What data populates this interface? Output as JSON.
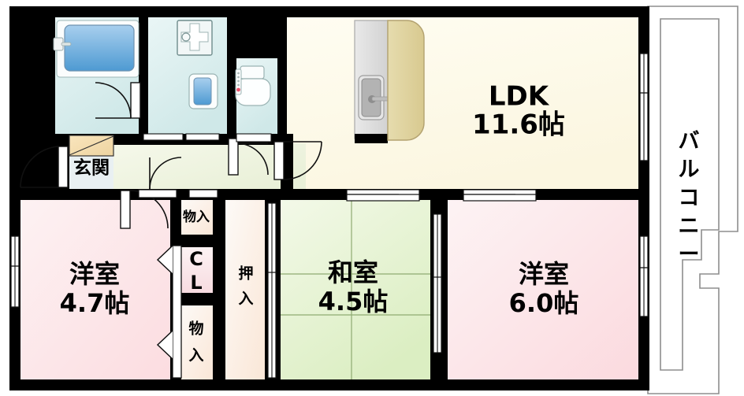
{
  "plan": {
    "title": "apartment-floor-plan",
    "unit_suffix": "帖",
    "colors": {
      "wall": "#000000",
      "ldk": "#fdfaea",
      "western_room": "#fde3e6",
      "japanese_room": "#e6f2d4",
      "wet_area": "#d9eeee",
      "bathtub": "#7fb5e0",
      "closet": "#fdf0e8",
      "cl": "#fae3e6",
      "entrance": "#e9f0f2",
      "shoe_cabinet": "#f5dfb0",
      "kitchen_counter": "#e2d8a8",
      "hall": "#f2f5e3",
      "balcony": "#ffffff",
      "outline": "#8a8a8a"
    }
  },
  "rooms": [
    {
      "id": "ldk",
      "name": "LDK",
      "area": "11.6帖",
      "label_line1": "LDK",
      "label_line2": "11.6帖"
    },
    {
      "id": "washitsu",
      "name": "和室",
      "area": "4.5帖",
      "label_line1": "和室",
      "label_line2": "4.5帖"
    },
    {
      "id": "yoshitsu-a",
      "name": "洋室",
      "area": "4.7帖",
      "label_line1": "洋室",
      "label_line2": "4.7帖"
    },
    {
      "id": "yoshitsu-b",
      "name": "洋室",
      "area": "6.0帖",
      "label_line1": "洋室",
      "label_line2": "6.0帖"
    }
  ],
  "labels": {
    "entrance": "玄関",
    "balcony": "バルコニー",
    "closet_cl": "CL",
    "storage_upper": "物入",
    "storage_lower": "物入",
    "oshiire_line1": "押",
    "oshiire_line2": "入"
  },
  "fixtures": [
    {
      "id": "bathtub",
      "name": "bathtub-icon"
    },
    {
      "id": "bath-room",
      "name": "bathroom-area"
    },
    {
      "id": "washer-pan",
      "name": "washing-machine-pan-icon"
    },
    {
      "id": "vanity-sink",
      "name": "vanity-sink-icon"
    },
    {
      "id": "toilet",
      "name": "toilet-icon"
    },
    {
      "id": "kitchen-sink",
      "name": "kitchen-sink-icon"
    },
    {
      "id": "kitchen-counter",
      "name": "kitchen-counter-icon"
    },
    {
      "id": "shoe-cabinet",
      "name": "shoe-cabinet-icon"
    }
  ],
  "openings": {
    "entry_door": "entrance-door",
    "bath_door": "bathroom-door",
    "hall_doors": "hall-swing-doors",
    "sliding_windows": "sliding-window",
    "sliding_partitions": "sliding-partition-door",
    "folding_doors": "folding-closet-door"
  }
}
